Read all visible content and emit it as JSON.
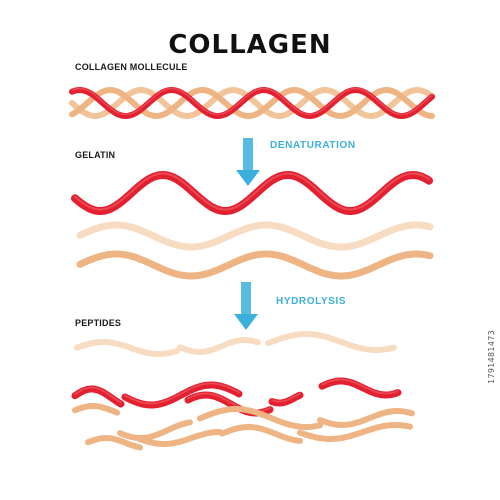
{
  "title": "COLLAGEN",
  "labels": {
    "collagen_molecule": "COLLAGEN MOLLECULE",
    "gelatin": "GELATIN",
    "peptides": "PEPTIDES"
  },
  "steps": {
    "denaturation": "DENATURATION",
    "hydrolysis": "HYDROLYSIS"
  },
  "watermark": "1791481473",
  "colors": {
    "red": "#e3202f",
    "red_highlight": "#f26a72",
    "peach": "#f2c49a",
    "peach_light": "#f8dcc2",
    "orange": "#efb483",
    "arrow": "#3bb0dc",
    "step_text": "#3bb0dc",
    "text": "#111111"
  },
  "strands": [
    "red",
    "peach",
    "orange"
  ]
}
